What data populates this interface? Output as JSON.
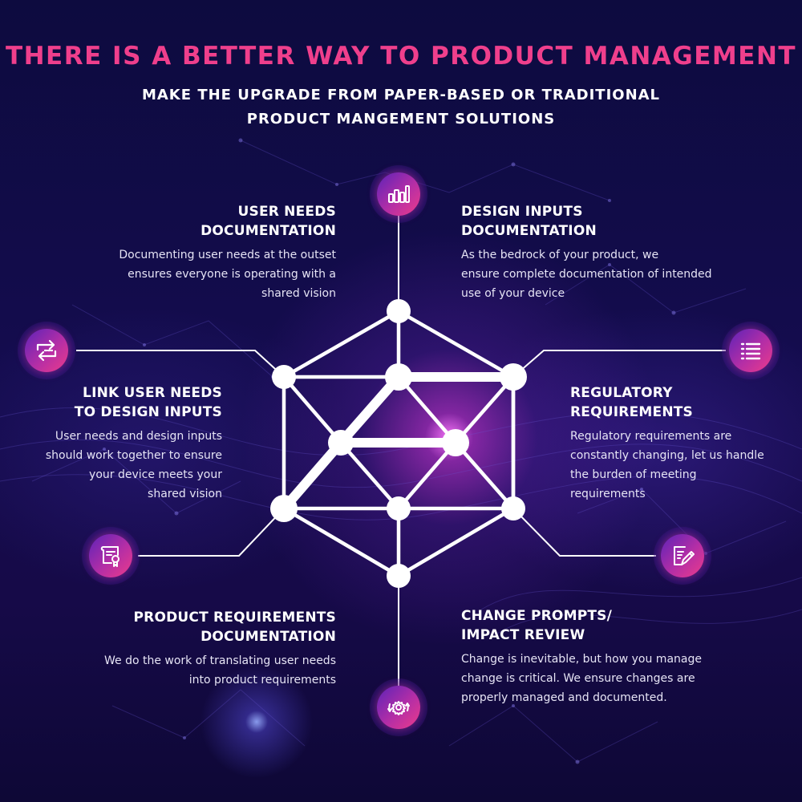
{
  "header": {
    "title": "THERE IS A BETTER WAY TO PRODUCT MANAGEMENT",
    "subtitle_lines": [
      "MAKE THE UPGRADE FROM PAPER-BASED OR TRADITIONAL",
      "PRODUCT MANGEMENT SOLUTIONS"
    ]
  },
  "colors": {
    "title": "#ef3f8c",
    "background": "#130b4a",
    "icon_gradient_start": "#5c23b8",
    "icon_gradient_end": "#ec3b8a",
    "lines": "#ffffff"
  },
  "blocks": [
    {
      "id": "user-needs",
      "icon": "bar-chart-icon",
      "heading_lines": [
        "USER NEEDS",
        "DOCUMENTATION"
      ],
      "desc_lines": [
        "Documenting user needs at the outset",
        "ensures everyone is operating with a",
        "shared vision"
      ]
    },
    {
      "id": "design-inputs",
      "icon": "bar-chart-icon",
      "heading_lines": [
        "DESIGN INPUTS",
        "DOCUMENTATION"
      ],
      "desc_lines": [
        "As the bedrock of your product, we",
        "ensure complete documentation of intended",
        "use of your device"
      ]
    },
    {
      "id": "link-needs",
      "icon": "arrows-swap-icon",
      "heading_lines": [
        "LINK USER NEEDS",
        "TO DESIGN INPUTS"
      ],
      "desc_lines": [
        "User needs and design inputs",
        "should work together to ensure",
        "your device meets your",
        "shared vision"
      ]
    },
    {
      "id": "regulatory",
      "icon": "list-icon",
      "heading_lines": [
        "REGULATORY",
        "REQUIREMENTS"
      ],
      "desc_lines": [
        "Regulatory requirements are",
        "constantly changing, let us handle",
        "the burden of meeting",
        "requirements"
      ]
    },
    {
      "id": "product-req",
      "icon": "certificate-icon",
      "heading_lines": [
        "PRODUCT REQUIREMENTS",
        "DOCUMENTATION"
      ],
      "desc_lines": [
        "We do the work of translating user needs",
        "into product requirements"
      ]
    },
    {
      "id": "change-prompts",
      "icon": "document-pen-icon",
      "heading_lines": [
        "CHANGE PROMPTS/",
        "IMPACT REVIEW"
      ],
      "desc_lines": [
        "Change is inevitable, but how you manage",
        "change is critical. We ensure changes are",
        "properly managed and documented."
      ]
    }
  ],
  "bottom_icon": "gear-cycle-icon"
}
